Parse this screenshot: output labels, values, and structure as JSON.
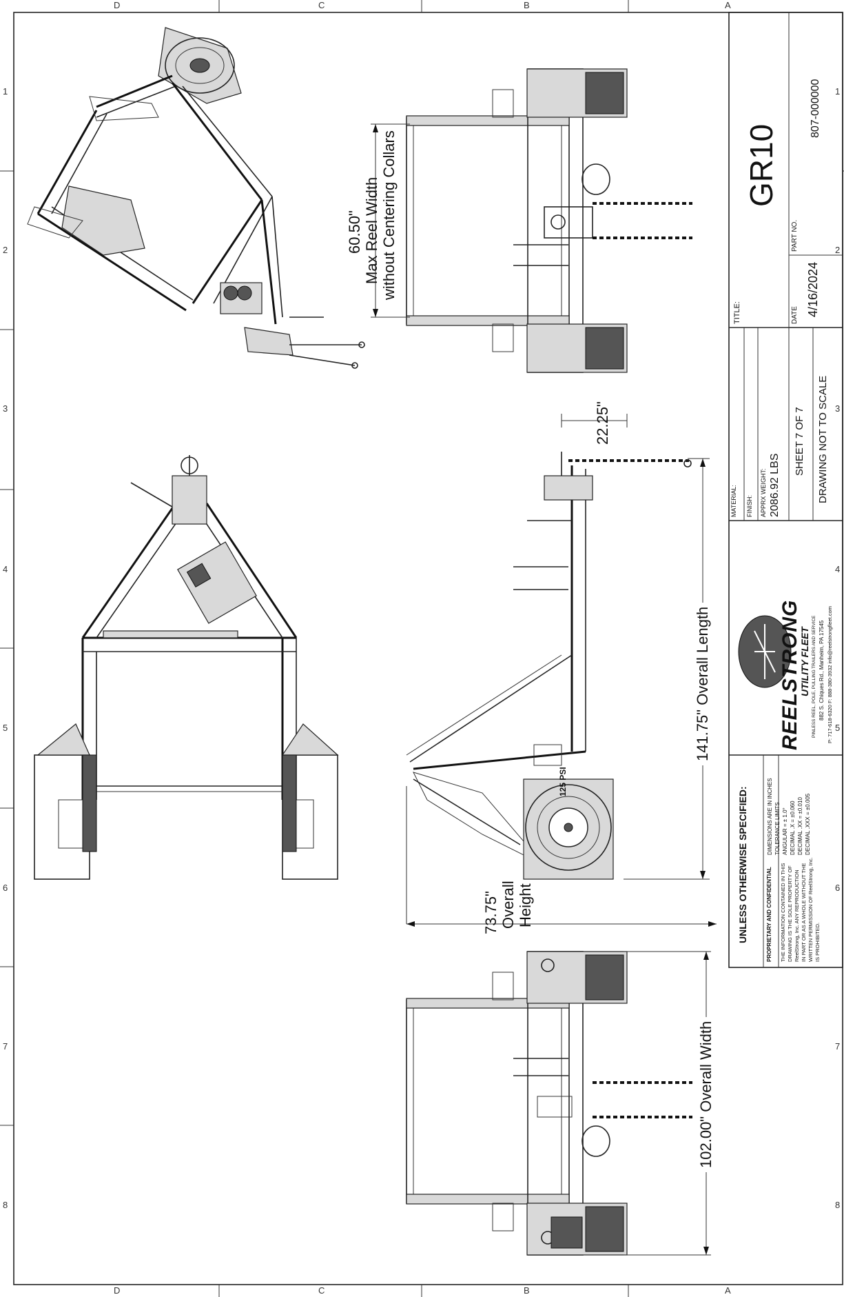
{
  "zones": {
    "top": [
      "D",
      "C",
      "B",
      "A"
    ],
    "bottom": [
      "D",
      "C",
      "B",
      "A"
    ],
    "left": [
      "1",
      "2",
      "3",
      "4",
      "5",
      "6",
      "7",
      "8"
    ],
    "right": [
      "1",
      "2",
      "3",
      "4",
      "5",
      "6",
      "7",
      "8"
    ]
  },
  "dimensions": {
    "reel_width_value": "60.50\"",
    "reel_width_line1": "Max Reel Width",
    "reel_width_line2": "without Centering Collars",
    "hitch_height": "22.25\"",
    "overall_length": "141.75\" Overall Length",
    "overall_height_value": "73.75\"",
    "overall_height_line1": "Overall",
    "overall_height_line2": "Height",
    "overall_width": "102.00\" Overall Width"
  },
  "tire_label": "125 PSI",
  "title_block": {
    "title_label": "TITLE:",
    "title": "GR10",
    "part_no_label": "PART NO.",
    "part_no": "807-000000",
    "date_label": "DATE",
    "date": "4/16/2024",
    "material_label": "MATERIAL:",
    "finish_label": "FINISH:",
    "weight_label": "APPRX WEIGHT:",
    "weight": "2086.92 LBS",
    "sheet": "SHEET 7 OF 7",
    "not_to_scale": "DRAWING NOT TO SCALE",
    "unless_specified": "UNLESS OTHERWISE SPECIFIED:",
    "proprietary_heading": "PROPRIETARY AND CONFIDENTIAL",
    "proprietary_text": [
      "THE INFORMATION CONTAINED IN THIS",
      "DRAWING IS THE SOLE PROPERTY OF",
      "ReelStrong, Inc. ANY REPRODUCTION",
      "IN PART OR AS A WHOLE WITHOUT THE",
      "WRITTEN PERMISSION OF ReelStrong, Inc.",
      "IS PROHIBITED."
    ],
    "tolerance_text": [
      "DIMENSIONS ARE IN INCHES",
      "TOLERANCE LIMITS",
      "ANGULAR = ± 1.0°",
      "DECIMAL .X = ±0.060",
      "DECIMAL .XX = ±0.010",
      "DECIMAL .XXX = ±0.005"
    ],
    "logo_name": "REELSTRONG",
    "logo_sub": "UTILITY FLEET",
    "logo_tagline": "PINLESS REEL, POLE, PULLING TRAILERS AND SERVICE",
    "address": "882 S. Chiques Rd., Manheim, PA 17545",
    "contact": "P: 717-618-6320 F: 888-380-3932 info@reelstrongfleet.com"
  }
}
